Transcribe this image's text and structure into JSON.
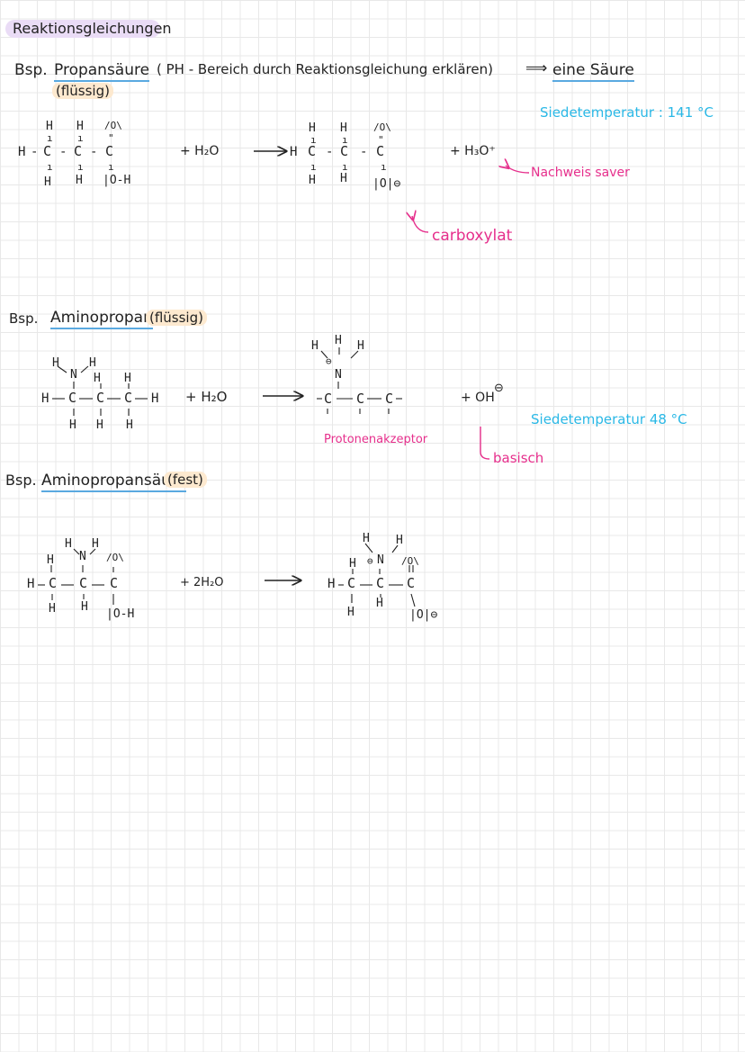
{
  "title": "Reaktionsgleichungen",
  "ex1": {
    "bsp": "Bsp.",
    "name": "Propansäure",
    "note": "( PH - Bereich durch Reaktionsgleichung erklären)",
    "implies": "⟹",
    "result": "eine Säure",
    "state": "(flüssig)",
    "boiling": "Siedetemperatur : 141 °C",
    "plus_water": "+ H₂O",
    "plus_product": "+ H₃O⁺",
    "proof": "Nachweis saver",
    "carboxylat": "carboxylat"
  },
  "ex2": {
    "bsp": "Bsp.",
    "name": "Aminopropan",
    "state": "(flüssig)",
    "plus_water": "+ H₂O",
    "plus_product": "+ OH",
    "charge": "⊖",
    "acceptor": "Protonenakzeptor",
    "boiling": "Siedetemperatur   48 °C",
    "basic": "basisch"
  },
  "ex3": {
    "bsp": "Bsp.",
    "name": "Aminopropansäure",
    "state": "(fest)",
    "plus_water": "+ 2H₂O"
  },
  "colors": {
    "accent_blue": "#2ab8e6",
    "accent_pink": "#e62f8c",
    "highlight_purple": "#eadcf6",
    "highlight_orange": "#fde9cf"
  },
  "atoms": {
    "H": "H",
    "C": "C",
    "N": "N",
    "O": "O",
    "dash": "-",
    "bar": "ı",
    "dbl": "\"",
    "O_top": "/O\\",
    "O_single": "|O-H",
    "O_minus": "|O|⊖",
    "N_lp": "N",
    "minus": "⊖"
  }
}
